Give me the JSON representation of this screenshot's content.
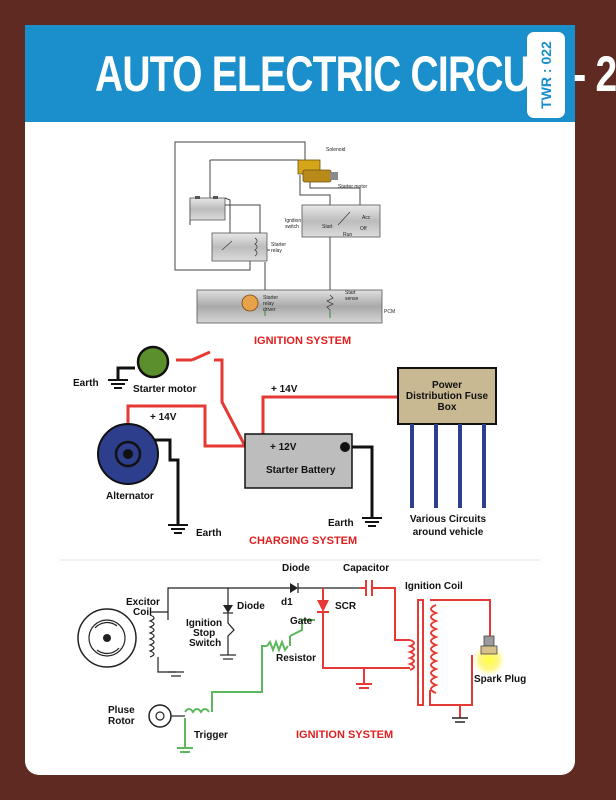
{
  "header": {
    "title": "AUTO ELECTRIC CIRCUIT - 2",
    "code": "TWR : 022"
  },
  "ignition_top": {
    "solenoid": "Solenoid",
    "starter_motor": "Starter motor",
    "ignition_switch_1": "Ignition",
    "ignition_switch_2": "switch",
    "acc": "Acc",
    "start": "Start",
    "off": "Off",
    "run": "Run",
    "starter_relay_1": "Starter",
    "starter_relay_2": "relay",
    "relay_driver_1": "Starter",
    "relay_driver_2": "relay",
    "relay_driver_3": "driver",
    "start_sense_1": "Start",
    "start_sense_2": "sense",
    "pcm": "PCM",
    "caption": "IGNITION  SYSTEM"
  },
  "charging": {
    "earth_left": "Earth",
    "starter_motor": "Starter motor",
    "v14_top": "+ 14V",
    "v14_left": "+ 14V",
    "v12": "+ 12V",
    "battery": "Starter Battery",
    "alternator": "Alternator",
    "earth_alt": "Earth",
    "earth_batt": "Earth",
    "fuse_1": "Power",
    "fuse_2": "Distribution Fuse",
    "fuse_3": "Box",
    "circuits_1": "Various Circuits",
    "circuits_2": "around vehicle",
    "caption": "CHARGING SYSTEM"
  },
  "ignition_bottom": {
    "diode_top": "Diode",
    "capacitor": "Capacitor",
    "ignition_coil": "Ignition Coil",
    "excitor_1": "Excitor",
    "excitor_2": "Coil",
    "d1": "d1",
    "diode_mid": "Diode",
    "scr": "SCR",
    "stop_1": "Ignition",
    "stop_2": "Stop",
    "stop_3": "Switch",
    "gate": "Gate",
    "resistor": "Resistor",
    "spark_plug": "Spark Plug",
    "rotor_1": "Pluse",
    "rotor_2": "Rotor",
    "trigger": "Trigger",
    "caption": "IGNITION SYSTEM"
  },
  "colors": {
    "header": "#1a8fcb",
    "frame": "#5e2a22",
    "caption_red": "#e02020",
    "wire_red": "#e53935",
    "wire_green": "#5cb85c"
  }
}
